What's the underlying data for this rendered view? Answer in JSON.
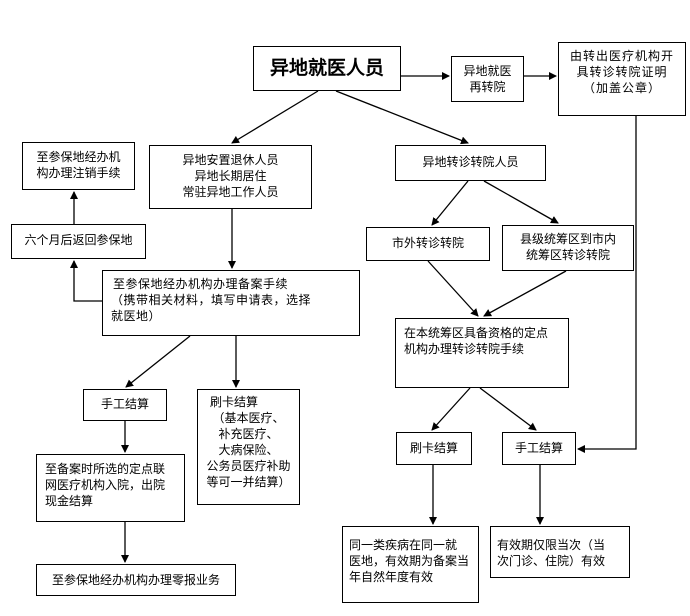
{
  "nodes": {
    "root": {
      "title": "异地就医人员"
    },
    "referral_again": {
      "lines": [
        "异地就医",
        "再转院"
      ]
    },
    "referral_certificate": {
      "lines": [
        "由转出医疗机构开",
        "具转诊转院证明",
        "（加盖公章）"
      ]
    },
    "retiree_group": {
      "lines": [
        "异地安置退休人员",
        "异地长期居住",
        "常驻异地工作人员"
      ]
    },
    "transfer_patient": {
      "lines": [
        "异地转诊转院人员"
      ]
    },
    "cancel_procedure": {
      "lines": [
        "至参保地经办机",
        "构办理注销手续"
      ]
    },
    "return_after_six_months": {
      "lines": [
        "六个月后返回参保地"
      ]
    },
    "filing_procedure": {
      "lines": [
        "至参保地经办机构办理备案手续",
        "（携带相关材料，填写申请表，选择",
        "就医地）"
      ]
    },
    "out_of_city_transfer": {
      "lines": [
        "市外转诊转院"
      ]
    },
    "county_to_city": {
      "lines": [
        "县级统筹区到市内",
        "统筹区转诊转院"
      ]
    },
    "designated_institution": {
      "lines_before": [
        "在本统筹区具备资格的定点"
      ],
      "line_last_plain": "机构办理转诊转院手续",
      "squiggle_word": ""
    },
    "manual_settlement_left": {
      "lines": [
        "手工结算"
      ]
    },
    "card_settlement_left": {
      "lines": [
        "刷卡结算",
        "（基本医疗、",
        "补充医疗、",
        "大病保险、",
        "公务员医疗补助",
        "等可一并结算）"
      ]
    },
    "admission_cash": {
      "lines": [
        "至备案时所选的定点联",
        "网医疗机构入院，出院",
        "现金结算"
      ]
    },
    "reimbursement": {
      "lines": [
        "至参保地经办机构办理零报业务"
      ]
    },
    "card_settlement_right": {
      "lines": [
        "刷卡结算"
      ]
    },
    "manual_settlement_right": {
      "lines": [
        "手工结算"
      ]
    },
    "same_disease": {
      "lines": [
        "同一类疾病在同一就",
        "医地，有效期为备案当",
        "年自然年度有效"
      ]
    },
    "validity_current": {
      "lines": [
        "有效期仅限当次（当",
        "次门诊、住院）有效"
      ]
    }
  },
  "colors": {
    "stroke": "#000000",
    "squiggle": "#2a8a2a"
  }
}
